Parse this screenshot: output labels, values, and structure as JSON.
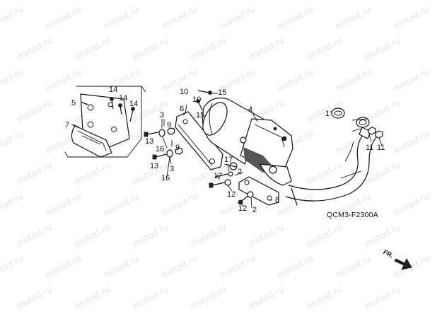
{
  "watermark": {
    "text": "motod.ru"
  },
  "figure": {
    "code": "QCM3-F2300A",
    "direction_label": "FR."
  },
  "callouts": [
    {
      "id": "c1",
      "label": "1"
    },
    {
      "id": "c2",
      "label": "2"
    },
    {
      "id": "c2b",
      "label": "2"
    },
    {
      "id": "c3",
      "label": "3"
    },
    {
      "id": "c3b",
      "label": "3"
    },
    {
      "id": "c4",
      "label": "4"
    },
    {
      "id": "c5",
      "label": "5"
    },
    {
      "id": "c6",
      "label": "6"
    },
    {
      "id": "c7",
      "label": "7"
    },
    {
      "id": "c8",
      "label": "8"
    },
    {
      "id": "c9",
      "label": "9"
    },
    {
      "id": "c9b",
      "label": "9"
    },
    {
      "id": "c10",
      "label": "10"
    },
    {
      "id": "c10b",
      "label": "10"
    },
    {
      "id": "c11",
      "label": "11"
    },
    {
      "id": "c11b",
      "label": "11"
    },
    {
      "id": "c12",
      "label": "12"
    },
    {
      "id": "c12b",
      "label": "12"
    },
    {
      "id": "c13",
      "label": "13"
    },
    {
      "id": "c13b",
      "label": "13"
    },
    {
      "id": "c14",
      "label": "14"
    },
    {
      "id": "c14b",
      "label": "14"
    },
    {
      "id": "c14c",
      "label": "14"
    },
    {
      "id": "c15",
      "label": "15"
    },
    {
      "id": "c15b",
      "label": "15"
    },
    {
      "id": "c16",
      "label": "16"
    },
    {
      "id": "c16b",
      "label": "16"
    },
    {
      "id": "c17",
      "label": "17"
    },
    {
      "id": "c17b",
      "label": "17"
    }
  ]
}
